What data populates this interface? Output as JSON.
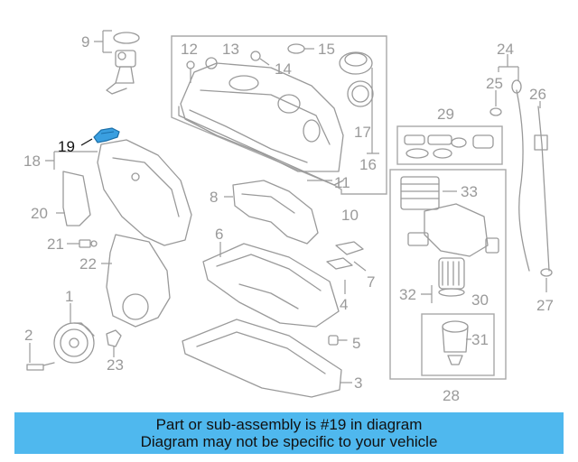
{
  "diagram": {
    "highlighted_part": "19",
    "highlight_color": "#3a9fe0",
    "callouts": [
      "1",
      "2",
      "3",
      "4",
      "5",
      "6",
      "7",
      "8",
      "9",
      "10",
      "11",
      "12",
      "13",
      "14",
      "15",
      "16",
      "17",
      "18",
      "19",
      "20",
      "21",
      "22",
      "23",
      "24",
      "25",
      "26",
      "27",
      "28",
      "29",
      "30",
      "31",
      "32",
      "33"
    ]
  },
  "banner": {
    "line1": "Part or sub-assembly is #19 in diagram",
    "line2": "Diagram may not be specific to your vehicle",
    "background": "#4fb8ee"
  }
}
